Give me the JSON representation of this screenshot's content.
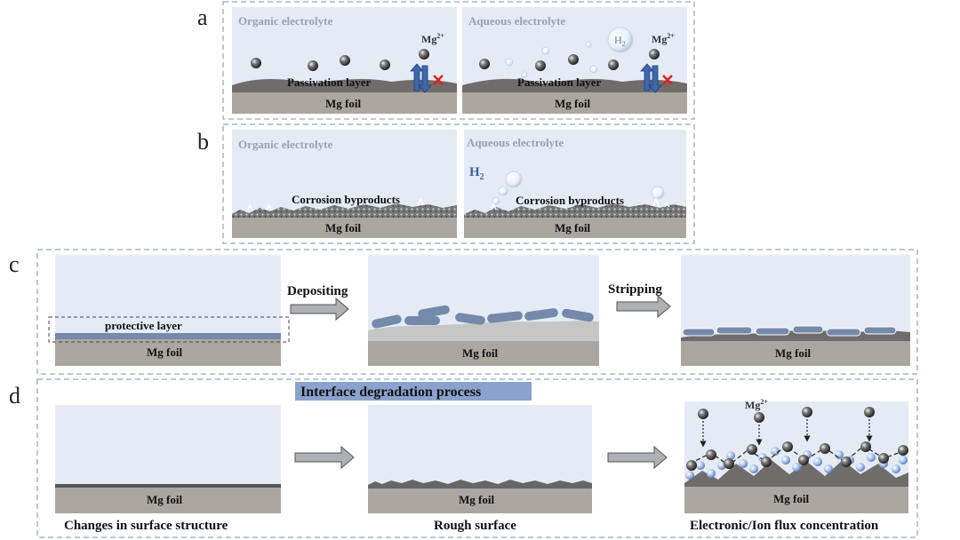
{
  "panels": {
    "a": {
      "letter": "a",
      "left": {
        "electrolyte": "Organic electrolyte",
        "layer": "Passivation layer",
        "foil": "Mg foil",
        "ion": "Mg",
        "ion_charge": "2+"
      },
      "right": {
        "electrolyte": "Aqueous electrolyte",
        "gas": "H",
        "gas_sub": "2",
        "layer": "Passivation layer",
        "foil": "Mg foil",
        "ion": "Mg",
        "ion_charge": "2+"
      }
    },
    "b": {
      "letter": "b",
      "left": {
        "electrolyte": "Organic electrolyte",
        "byproducts": "Corrosion byproducts",
        "foil": "Mg foil"
      },
      "right": {
        "electrolyte": "Aqueous electrolyte",
        "gas": "H",
        "gas_sub": "2",
        "byproducts": "Corrosion byproducts",
        "foil": "Mg foil"
      }
    },
    "c": {
      "letter": "c",
      "protective_layer": "protective layer",
      "step1": "Depositing",
      "step2": "Stripping",
      "foil": "Mg foil"
    },
    "d": {
      "letter": "d",
      "title": "Interface degradation process",
      "foil": "Mg foil",
      "ion": "Mg",
      "ion_charge": "2+",
      "captions": [
        "Changes in surface structure",
        "Rough surface",
        "Electronic/Ion flux concentration"
      ]
    }
  },
  "colors": {
    "electrolyte_bg": "#e4ebf5",
    "foil": "#aca6a1",
    "passivation": "#6f6c6a",
    "deposit": "#7589aa",
    "title_highlight": "#8ba2cf",
    "dashed_frame": "#a9b6c6",
    "arrow_fill": "#aeb0b3"
  }
}
